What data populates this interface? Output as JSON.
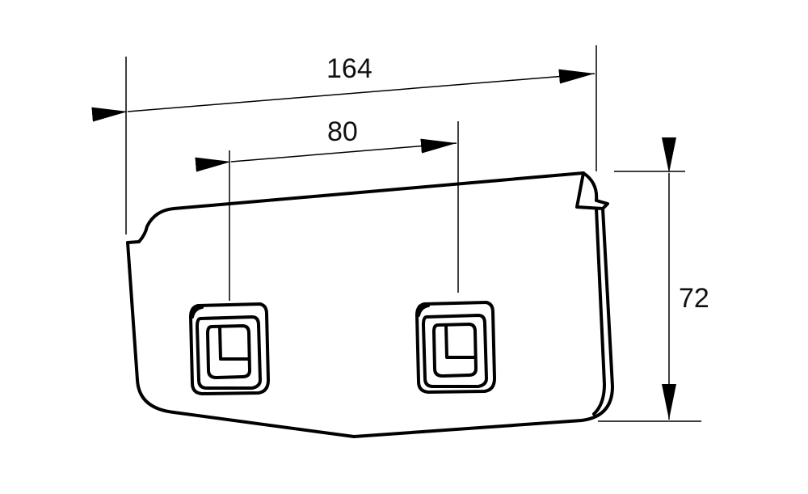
{
  "diagram": {
    "dimensions": {
      "overall_width": "164",
      "hole_spacing": "80",
      "height": "72"
    },
    "colors": {
      "line": "#000000",
      "background": "#ffffff"
    }
  }
}
